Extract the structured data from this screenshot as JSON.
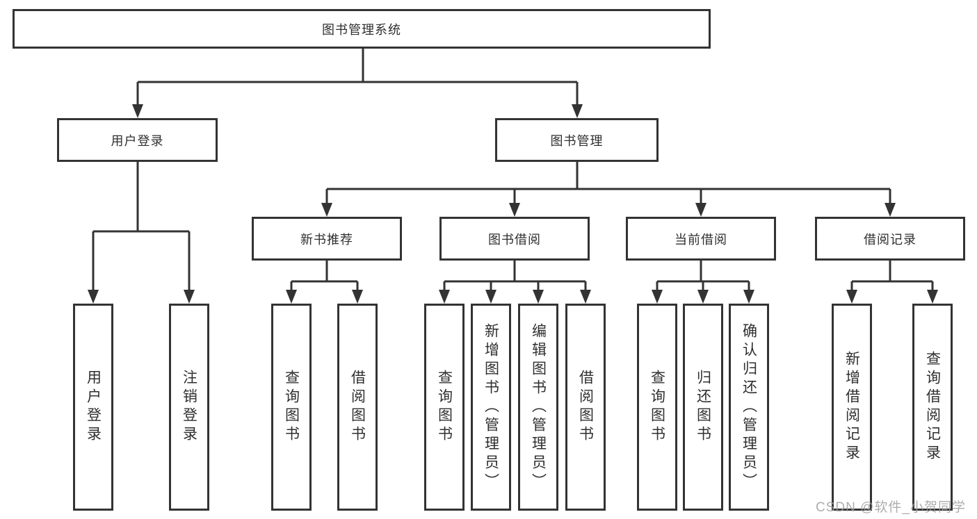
{
  "root": {
    "label": "图书管理系统"
  },
  "login_branch": {
    "label": "用户登录",
    "children": [
      {
        "label": "用户登录"
      },
      {
        "label": "注销登录"
      }
    ]
  },
  "mgmt_branch": {
    "label": "图书管理",
    "groups": [
      {
        "label": "新书推荐",
        "children": [
          {
            "label": "查询图书"
          },
          {
            "label": "借阅图书"
          }
        ]
      },
      {
        "label": "图书借阅",
        "children": [
          {
            "label": "查询图书"
          },
          {
            "label": "新增图书（管理员）"
          },
          {
            "label": "编辑图书（管理员）"
          },
          {
            "label": "借阅图书"
          }
        ]
      },
      {
        "label": "当前借阅",
        "children": [
          {
            "label": "查询图书"
          },
          {
            "label": "归还图书"
          },
          {
            "label": "确认归还（管理员）"
          }
        ]
      },
      {
        "label": "借阅记录",
        "children": [
          {
            "label": "新增借阅记录"
          },
          {
            "label": "查询借阅记录"
          }
        ]
      }
    ]
  },
  "watermark": {
    "label": "CSDN @软件_小贺同学"
  },
  "colors": {
    "line": "#333333",
    "text": "#2f2f2f",
    "background": "#ffffff",
    "watermark": "#9e9e9e"
  }
}
